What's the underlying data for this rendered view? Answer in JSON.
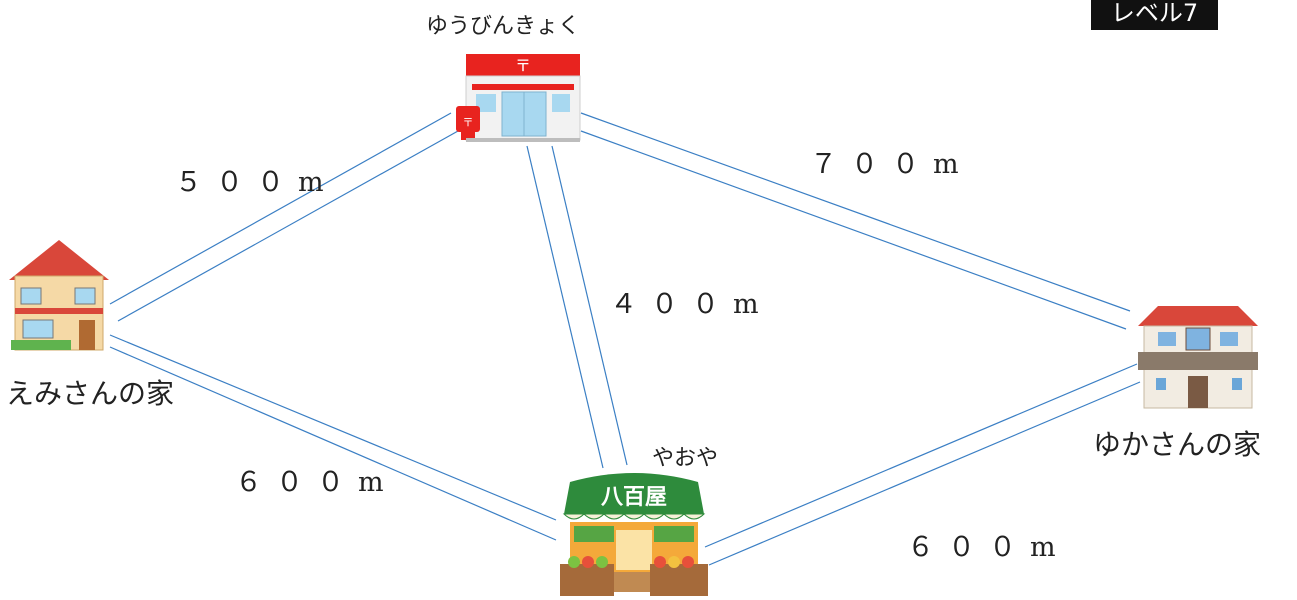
{
  "level_badge": "レベル7",
  "places": {
    "post_office": "ゆうびんきょく",
    "emi_house": "えみさんの家",
    "yuka_house": "ゆかさんの家",
    "greengrocer": "やおや",
    "greengrocer_sign": "八百屋",
    "post_sign": "〒"
  },
  "distances": {
    "post_to_emi": "５００m",
    "post_to_yuka": "７００m",
    "post_to_grocer": "４００m",
    "emi_to_grocer": "６００m",
    "yuka_to_grocer": "６００m"
  },
  "colors": {
    "road": "#3b7fc4",
    "post_red": "#e8231f",
    "roof_red": "#d9473a",
    "awning_green": "#2e8b3c"
  }
}
